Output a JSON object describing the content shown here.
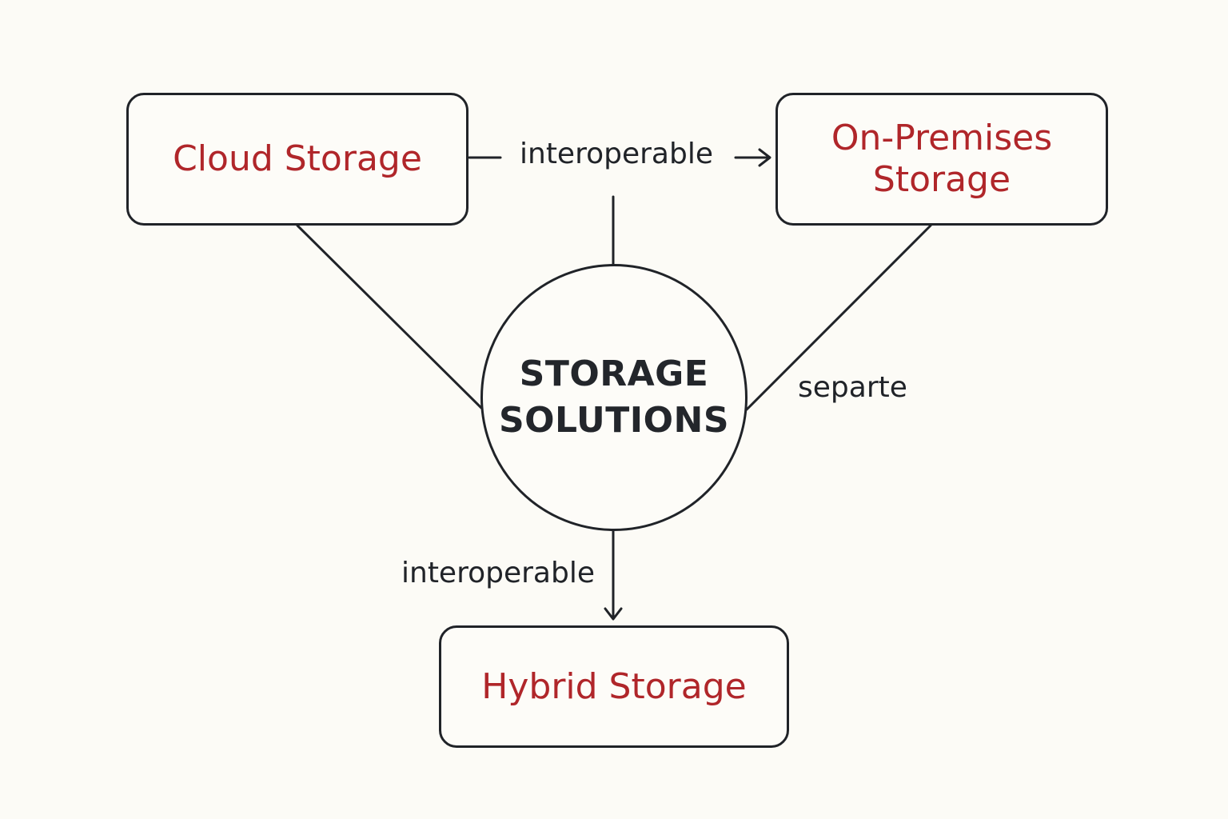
{
  "colors": {
    "background": "#fcfbf6",
    "stroke": "#202328",
    "node_text": "#b0262a",
    "center_text": "#23262b"
  },
  "center": {
    "label": "STORAGE\nSOLUTIONS"
  },
  "nodes": {
    "cloud": {
      "label": "Cloud Storage"
    },
    "on_premises": {
      "label": "On-Premises\nStorage"
    },
    "hybrid": {
      "label": "Hybrid Storage"
    }
  },
  "edges": {
    "top": {
      "label": "interoperable"
    },
    "right": {
      "label": "separte"
    },
    "bottom": {
      "label": "interoperable"
    }
  }
}
